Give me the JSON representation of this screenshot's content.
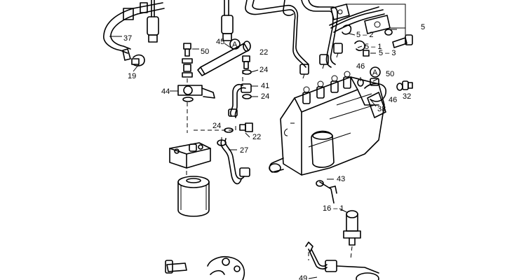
{
  "callouts": [
    {
      "id": "c37",
      "text": "37"
    },
    {
      "id": "c19",
      "text": "19"
    },
    {
      "id": "c50a",
      "text": "50"
    },
    {
      "id": "c45",
      "text": "45"
    },
    {
      "id": "c22a",
      "text": "22"
    },
    {
      "id": "c24a",
      "text": "24"
    },
    {
      "id": "c44",
      "text": "44"
    },
    {
      "id": "c41",
      "text": "41"
    },
    {
      "id": "c24b",
      "text": "24"
    },
    {
      "id": "c24c",
      "text": "24"
    },
    {
      "id": "c22b",
      "text": "22"
    },
    {
      "id": "c27",
      "text": "27"
    },
    {
      "id": "c5",
      "text": "5"
    },
    {
      "id": "c52",
      "text": "5 – 2"
    },
    {
      "id": "c51",
      "text": "5 – 1"
    },
    {
      "id": "c53",
      "text": "5 – 3"
    },
    {
      "id": "c46a",
      "text": "46"
    },
    {
      "id": "c50b",
      "text": "50"
    },
    {
      "id": "c46b",
      "text": "46"
    },
    {
      "id": "c32",
      "text": "32"
    },
    {
      "id": "c38",
      "text": "38"
    },
    {
      "id": "c43",
      "text": "43"
    },
    {
      "id": "c161",
      "text": "16 – 1"
    },
    {
      "id": "c49",
      "text": "49"
    }
  ],
  "markers": {
    "a1": "A",
    "a2": "A"
  }
}
